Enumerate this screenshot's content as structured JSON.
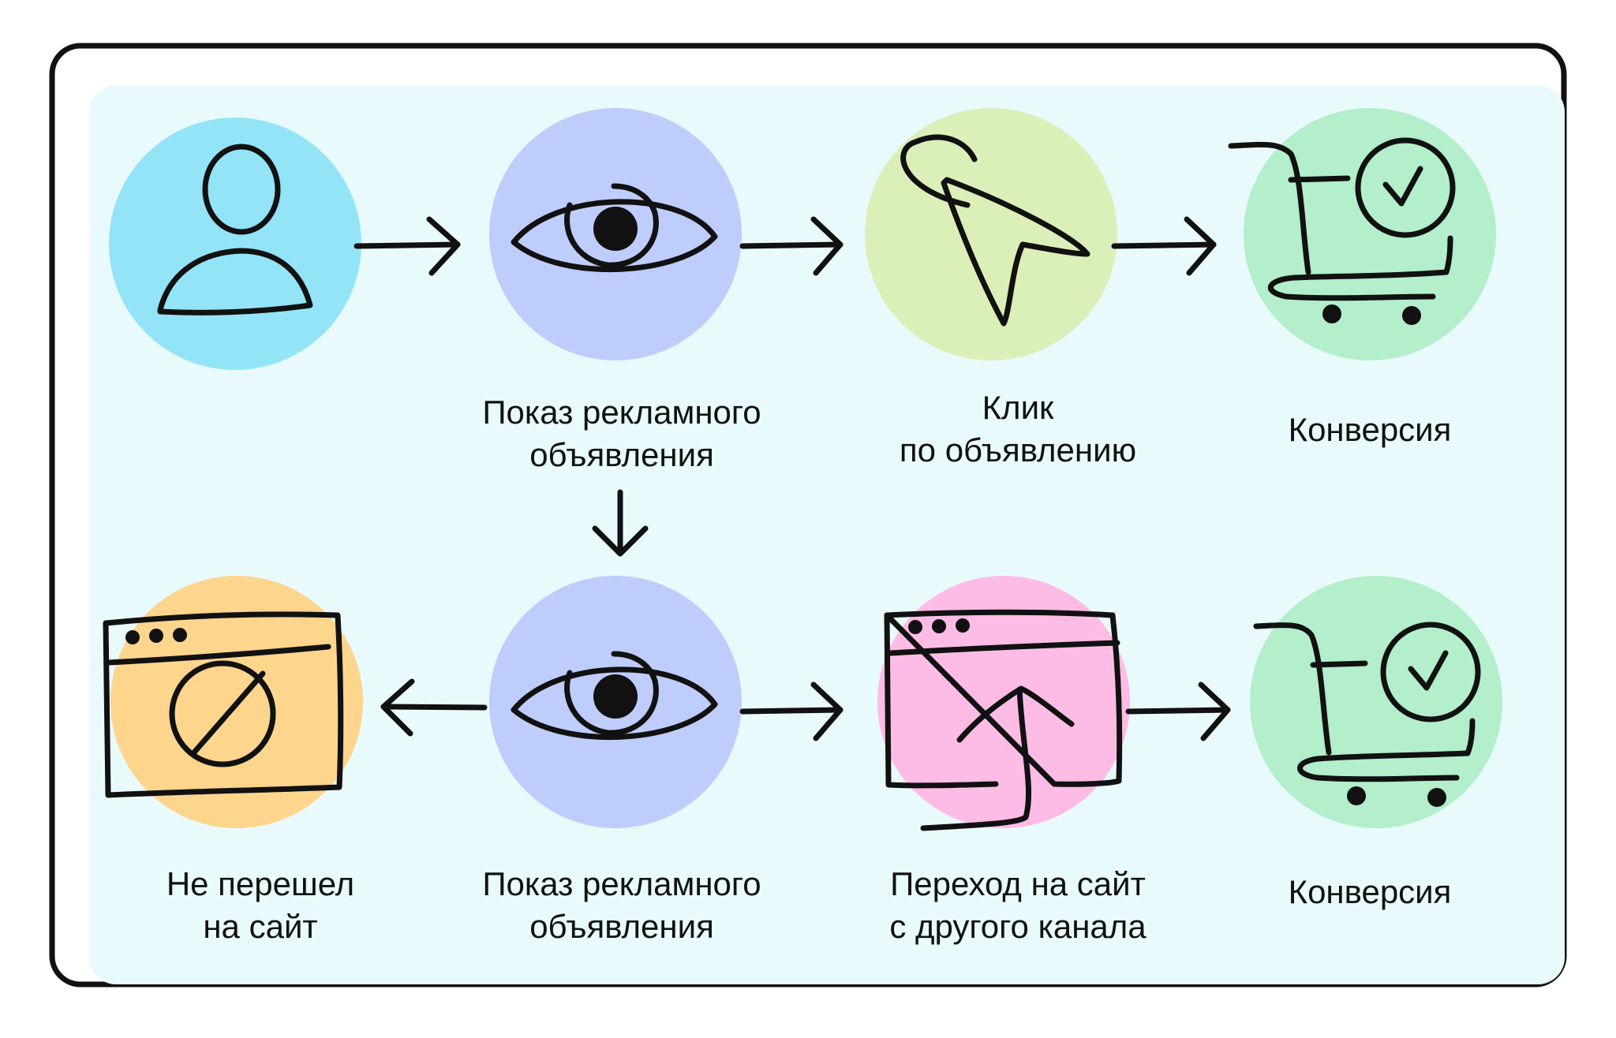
{
  "colors": {
    "border": "#111111",
    "panel_bg": "#e9fafd",
    "user_circle": "#93e4f7",
    "eye_circle": "#bfcdfc",
    "click_circle": "#dbefb8",
    "cart_circle": "#b2efca",
    "blocked_circle": "#fdd58d",
    "redirect_circle": "#fdbce6",
    "stroke": "#111111"
  },
  "nodes": {
    "user": {
      "icon": "user-icon"
    },
    "ad_show_1": {
      "icon": "eye-icon",
      "label_lines": [
        "Показ рекламного",
        "объявления"
      ]
    },
    "ad_click": {
      "icon": "cursor-click-icon",
      "label_lines": [
        "Клик",
        "по объявлению"
      ]
    },
    "conversion_1": {
      "icon": "cart-check-icon",
      "label_lines": [
        "Конверсия"
      ]
    },
    "not_visited": {
      "icon": "browser-blocked-icon",
      "label_lines": [
        "Не перешел",
        "на сайт"
      ]
    },
    "ad_show_2": {
      "icon": "eye-icon",
      "label_lines": [
        "Показ рекламного",
        "объявления"
      ]
    },
    "other_channel": {
      "icon": "browser-arrow-icon",
      "label_lines": [
        "Переход на сайт",
        "с другого канала"
      ]
    },
    "conversion_2": {
      "icon": "cart-check-icon",
      "label_lines": [
        "Конверсия"
      ]
    }
  },
  "edges": [
    {
      "from": "user",
      "to": "ad_show_1"
    },
    {
      "from": "ad_show_1",
      "to": "ad_click"
    },
    {
      "from": "ad_click",
      "to": "conversion_1"
    },
    {
      "from": "ad_show_1",
      "to": "ad_show_2"
    },
    {
      "from": "ad_show_2",
      "to": "not_visited"
    },
    {
      "from": "ad_show_2",
      "to": "other_channel"
    },
    {
      "from": "other_channel",
      "to": "conversion_2"
    }
  ]
}
